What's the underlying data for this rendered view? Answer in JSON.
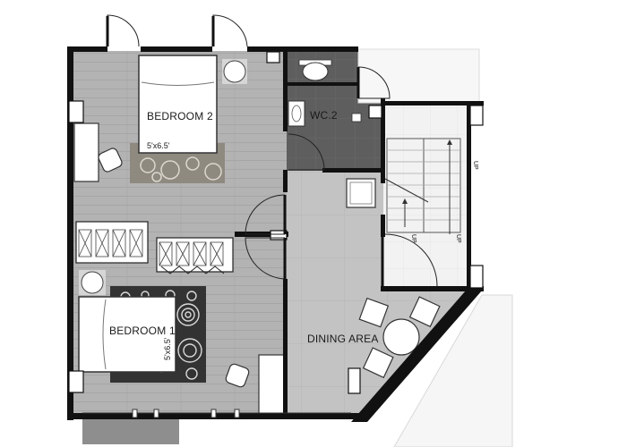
{
  "rooms": {
    "bedroom2": {
      "label": "BEDROOM 2",
      "bed_size": "5'x6.5'"
    },
    "bedroom1": {
      "label": "BEDROOM 1",
      "bed_size": "5'x6.5'"
    },
    "wc2": {
      "label": "WC.2"
    },
    "dining": {
      "label": "DINING AREA"
    }
  },
  "stair": {
    "up_text": "UP"
  },
  "colors": {
    "wall": "#111111",
    "floor_wood": "#b4b4b4",
    "floor_tile": "#c4c4c4",
    "wc_floor": "#5f5f5f",
    "rug_dark": "#333333",
    "rug_brown": "#8f8a80"
  }
}
